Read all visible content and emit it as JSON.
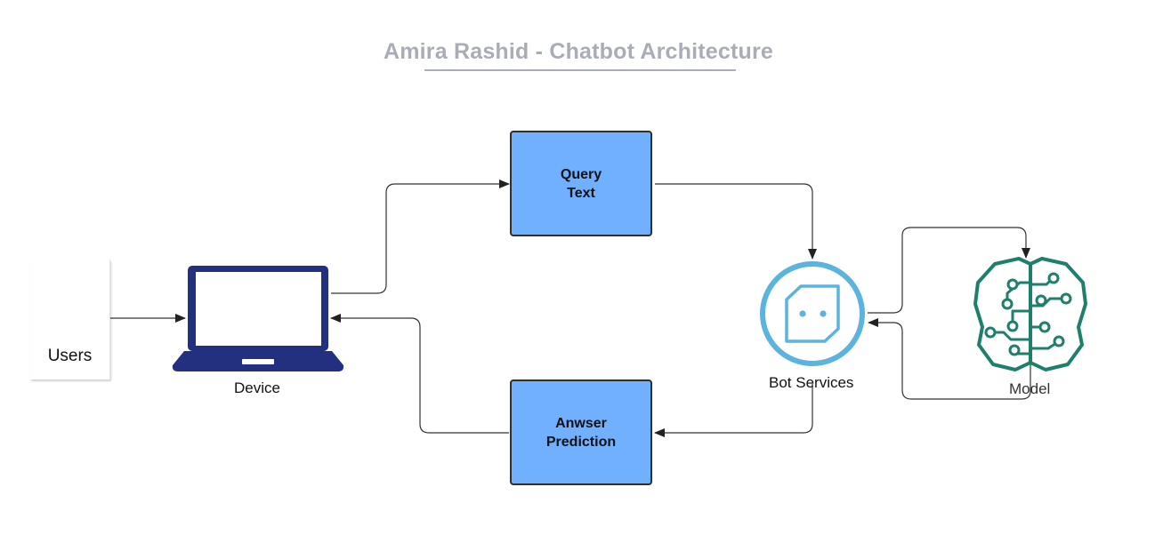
{
  "title": "Amira Rashid - Chatbot Architecture",
  "nodes": {
    "users": "Users",
    "device": "Device",
    "query": [
      "Query",
      "Text"
    ],
    "answer": [
      "Anwser",
      "Prediction"
    ],
    "bot": "Bot Services",
    "model": "Model"
  },
  "colors": {
    "title": "#a9adb6",
    "box_fill": "#71afff",
    "laptop": "#23307f",
    "bot": "#5ab4de",
    "model": "#1e7f6b",
    "users_icon": "#7a7a7a"
  },
  "icons": [
    "users-icon",
    "laptop-icon",
    "bot-services-icon",
    "brain-model-icon"
  ]
}
